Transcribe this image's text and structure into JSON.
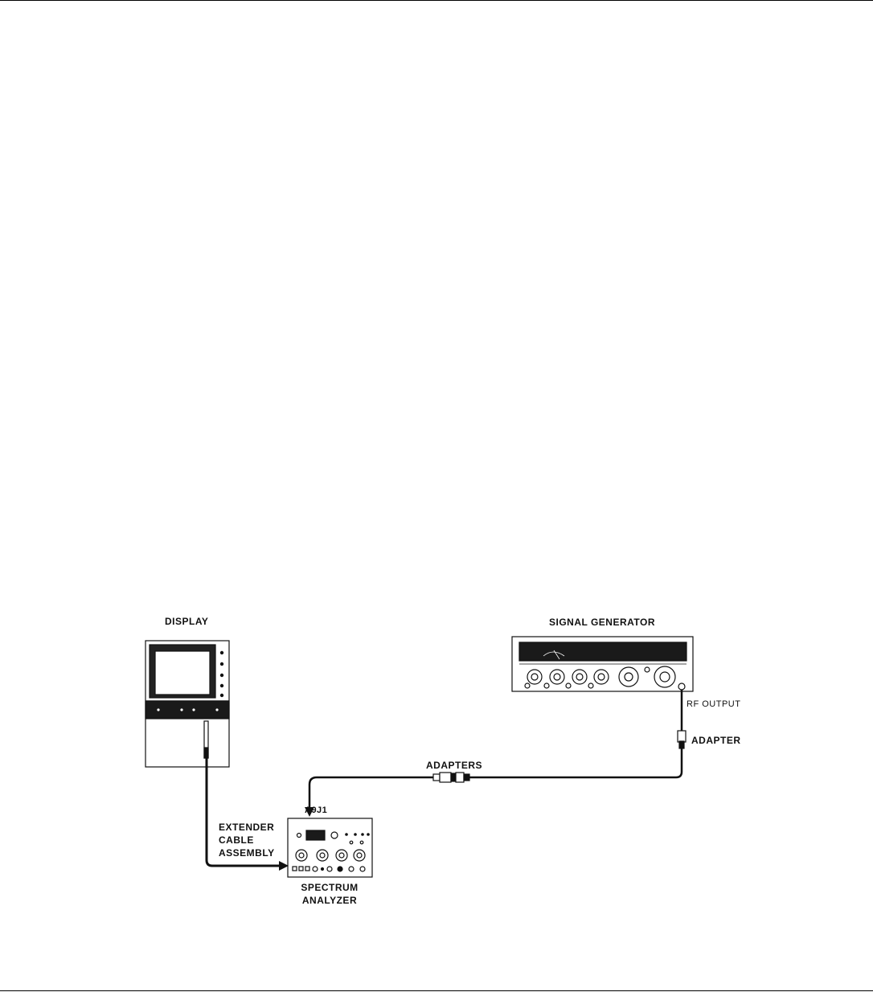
{
  "labels": {
    "display": "DISPLAY",
    "signal_generator": "SIGNAL GENERATOR",
    "rf_output": "RF OUTPUT",
    "adapter": "ADAPTER",
    "adapters": "ADAPTERS",
    "a9j1": "A9J1",
    "extender_cable": [
      "EXTENDER",
      "CABLE",
      "ASSEMBLY"
    ],
    "spectrum_analyzer": [
      "SPECTRUM",
      "ANALYZER"
    ]
  }
}
